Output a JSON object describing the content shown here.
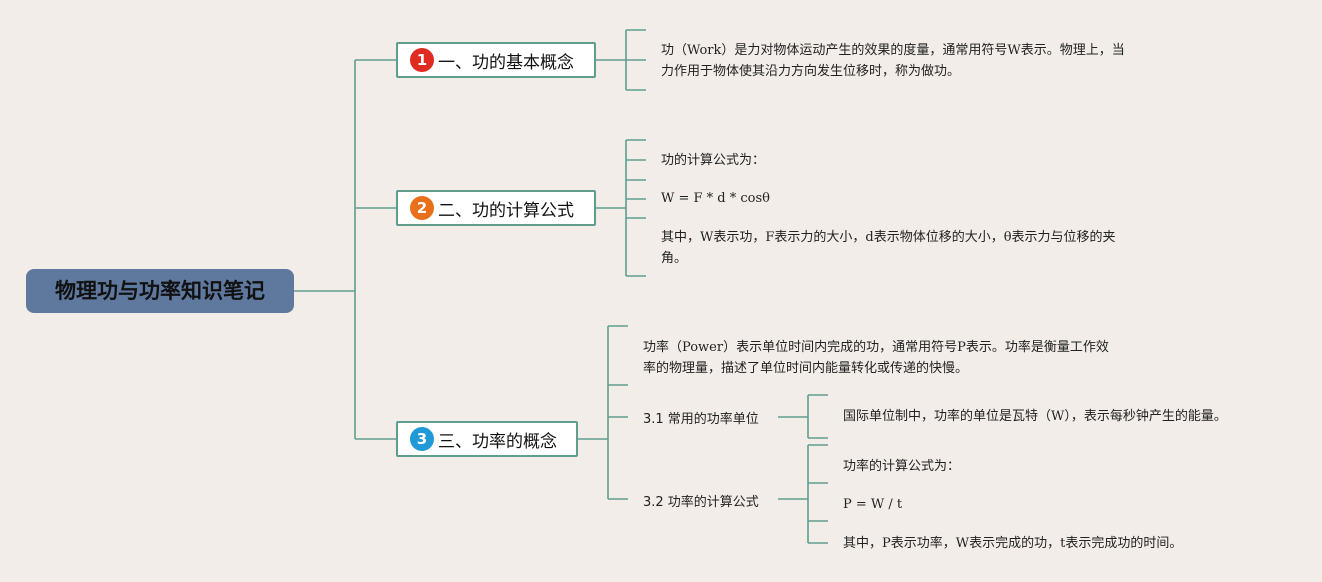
{
  "root": {
    "title": "物理功与功率知识笔记"
  },
  "colors": {
    "badge_1": "#e02b20",
    "badge_2": "#e8701a",
    "badge_3": "#1f9ad6",
    "line": "#5f9e8d",
    "root_bg": "#5e789e"
  },
  "topics": [
    {
      "number": "1",
      "label": "一、功的基本概念",
      "notes": [
        {
          "lines": [
            "功（Work）是力对物体运动产生的效果的度量，通常用符号W表示。物理上，当",
            "力作用于物体使其沿力方向发生位移时，称为做功。"
          ]
        }
      ]
    },
    {
      "number": "2",
      "label": "二、功的计算公式",
      "notes": [
        {
          "lines": [
            "功的计算公式为："
          ]
        },
        {
          "lines": [
            "W = F * d * cosθ"
          ]
        },
        {
          "lines": [
            "其中，W表示功，F表示力的大小，d表示物体位移的大小，θ表示力与位移的夹",
            "角。"
          ]
        }
      ]
    },
    {
      "number": "3",
      "label": "三、功率的概念",
      "notes": [
        {
          "lines": [
            "功率（Power）表示单位时间内完成的功，通常用符号P表示。功率是衡量工作效",
            "率的物理量，描述了单位时间内能量转化或传递的快慢。"
          ]
        }
      ],
      "subtopics": [
        {
          "label": "3.1 常用的功率单位",
          "notes": [
            {
              "lines": [
                "国际单位制中，功率的单位是瓦特（W），表示每秒钟产生的能量。"
              ]
            }
          ]
        },
        {
          "label": "3.2 功率的计算公式",
          "notes": [
            {
              "lines": [
                "功率的计算公式为："
              ]
            },
            {
              "lines": [
                "P = W / t"
              ]
            },
            {
              "lines": [
                "其中，P表示功率，W表示完成的功，t表示完成功的时间。"
              ]
            }
          ]
        }
      ]
    }
  ]
}
